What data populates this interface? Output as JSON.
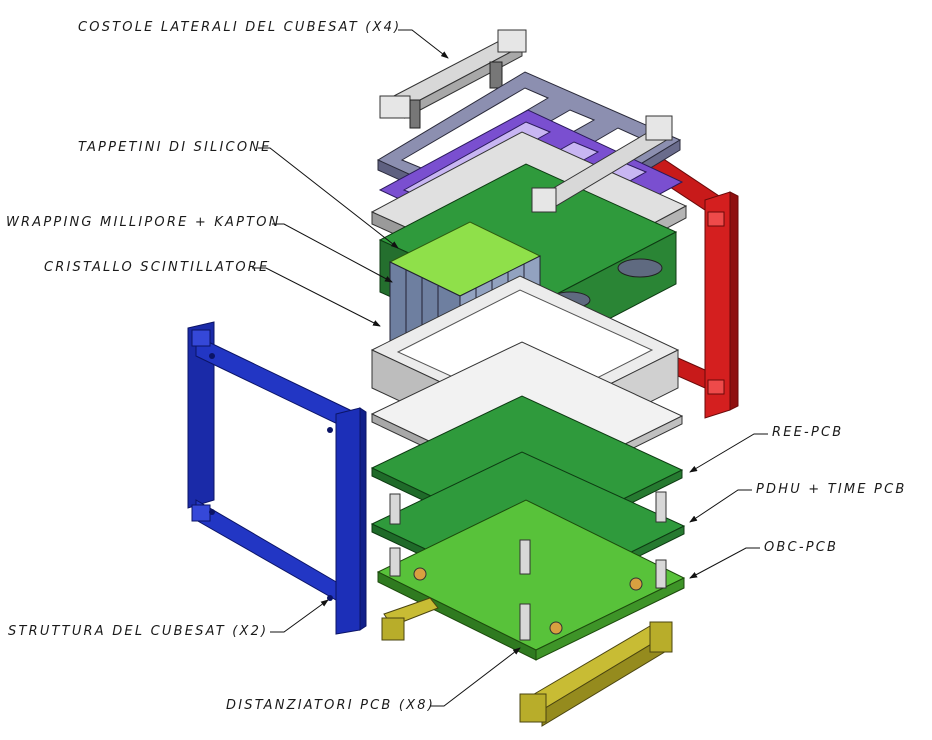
{
  "labels": {
    "costole": "COSTOLE LATERALI DEL CUBESAT (X4)",
    "tappetini": "TAPPETINI DI SILICONE",
    "wrapping": "WRAPPING MILLIPORE + KAPTON",
    "cristallo": "CRISTALLO SCINTILLATORE",
    "ree": "REE-PCB",
    "pdhu": "PDHU + TIME PCB",
    "obc": "OBC-PCB",
    "struttura": "STRUTTURA DEL CUBESAT (X2)",
    "distanziatori": "DISTANZIATORI PCB (X8)"
  },
  "colors": {
    "structure_blue": "#1c2fb8",
    "rib_red": "#d41f1f",
    "rib_gray": "#c9c9c9",
    "bracket_olive": "#b8ad2a",
    "silicone_purple": "#7a4fd0",
    "frame_slate": "#8c8fb0",
    "pcb_green": "#2f9a3c",
    "pcb_light_green": "#58c23a",
    "crystal_green": "#8fe04a",
    "crystal_gray": "#6e7fa0",
    "housing_gray": "#c4c4c4"
  }
}
